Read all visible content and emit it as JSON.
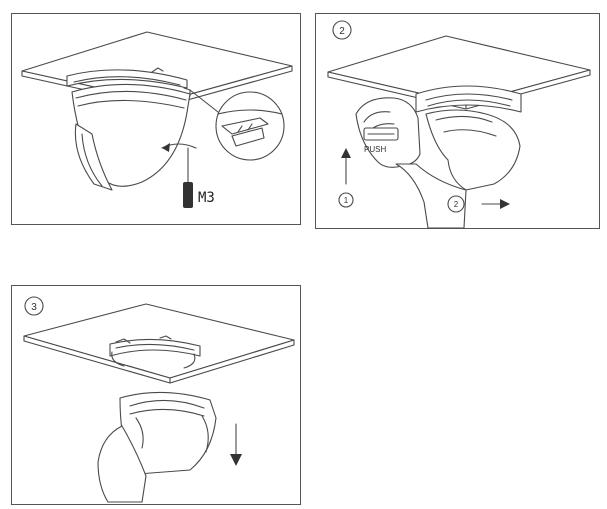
{
  "steps": [
    {
      "number": "",
      "screw_label": "M3"
    },
    {
      "number": "2",
      "push_label": "PUSH",
      "arrow_up_label": "1",
      "arrow_right_label": "2"
    },
    {
      "number": "3"
    }
  ]
}
